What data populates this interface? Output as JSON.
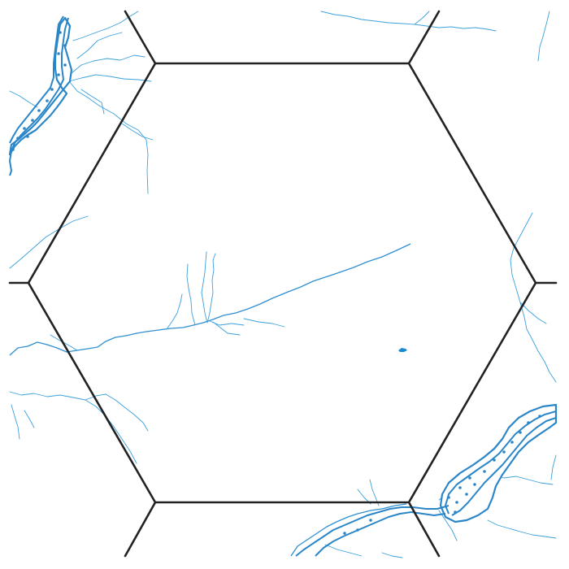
{
  "map": {
    "kind": "hex-grid terrain map",
    "colors": {
      "background": "#ffffff",
      "hex_border": "#222222",
      "water": "#3aa0dc",
      "river": "#2a86c8",
      "pond": "#1a8ad4"
    },
    "features": [
      {
        "name": "hex-grid",
        "type": "grid-lines"
      },
      {
        "name": "river-northwest",
        "type": "river-with-marsh"
      },
      {
        "name": "river-southeast",
        "type": "river-with-marsh"
      },
      {
        "name": "streams",
        "type": "minor-streams"
      },
      {
        "name": "pond",
        "type": "small-lake"
      }
    ]
  }
}
